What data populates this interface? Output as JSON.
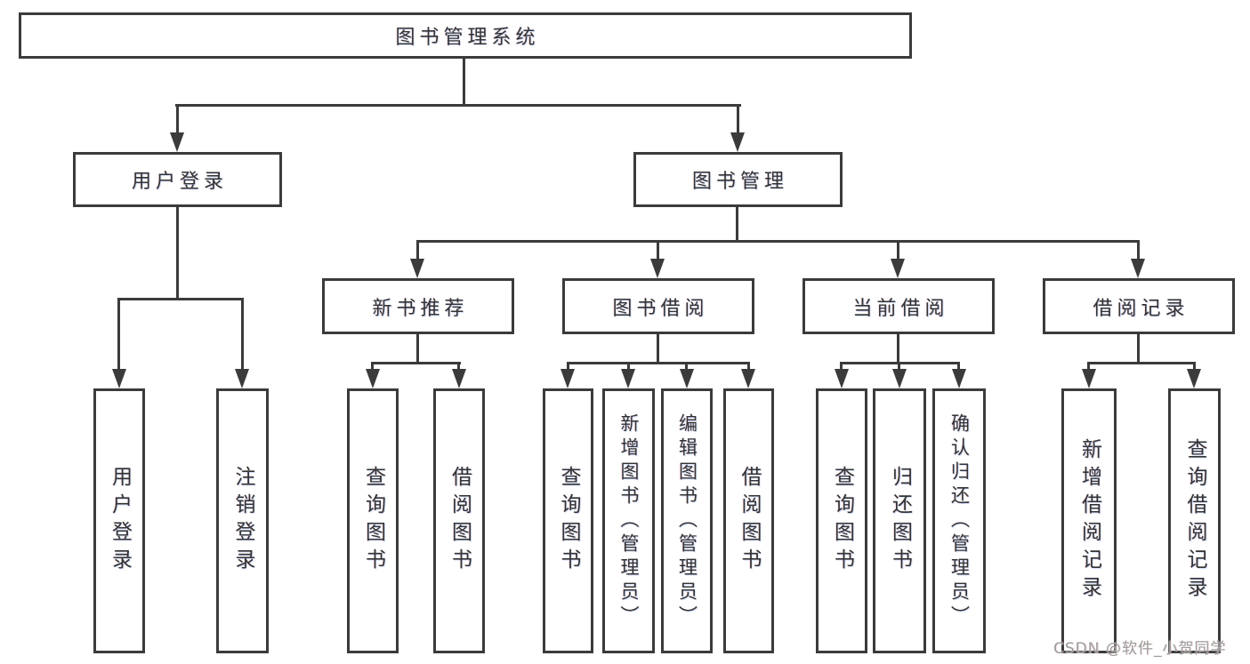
{
  "title": "图书管理系统",
  "level2": {
    "user_login": "用户登录",
    "book_mgmt": "图书管理"
  },
  "level3": {
    "new_book": "新书推荐",
    "book_borrow": "图书借阅",
    "current_borrow": "当前借阅",
    "borrow_record": "借阅记录"
  },
  "leaves": {
    "user_login": [
      "用户登录",
      "注销登录"
    ],
    "new_book": [
      "查询图书",
      "借阅图书"
    ],
    "book_borrow": [
      "查询图书",
      "新增图书（管理员）",
      "编辑图书（管理员）",
      "借阅图书"
    ],
    "current_borrow": [
      "查询图书",
      "归还图书",
      "确认归还（管理员）"
    ],
    "borrow_record": [
      "新增借阅记录",
      "查询借阅记录"
    ]
  },
  "watermark": "CSDN @软件_小贺同学",
  "colors": {
    "line": "#3b3b3b",
    "text": "#333333",
    "watermark": "#9c9c9c",
    "background": "#ffffff"
  }
}
